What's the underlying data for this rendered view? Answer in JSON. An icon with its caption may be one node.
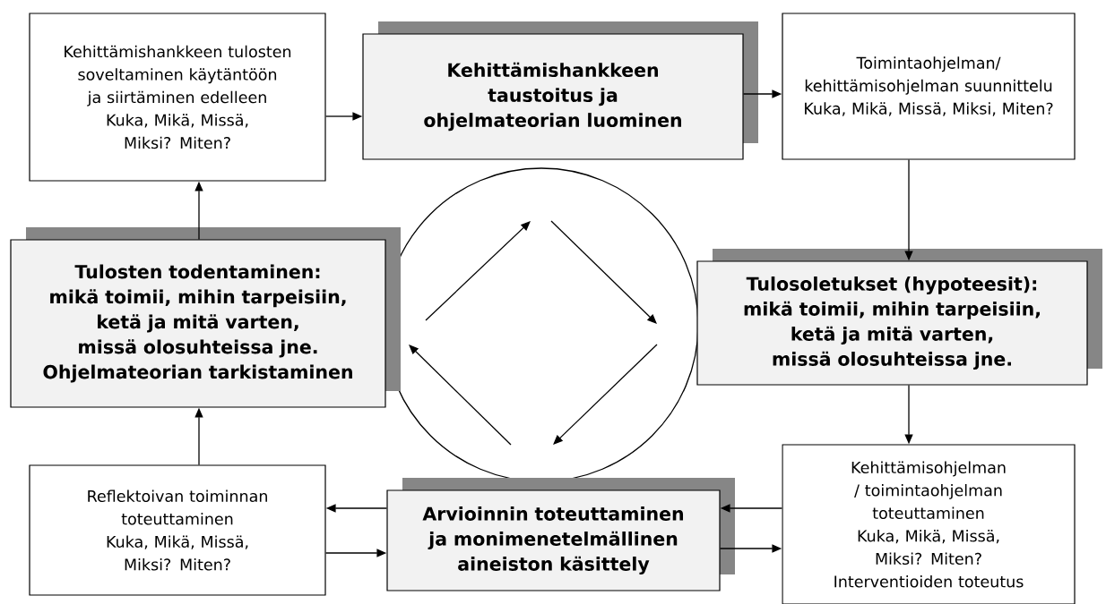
{
  "diagram": {
    "nodes": [
      {
        "text": [
          "Kehittämishankkeen tulosten soveltaminen käytäntöön ja siirtäminen edelleen",
          "Kuka, Mikä, Missä, Miksi? Miten?"
        ]
      },
      {
        "text": [
          "Kehittämishankkeen taustoitus ja ohjelmateorian luominen"
        ]
      },
      {
        "text": [
          "Toimintaohjelman/ kehittämisohjelman suunnittelu",
          "Kuka, Mikä, Missä, Miksi, Miten?"
        ]
      },
      {
        "text": [
          "Tulosten todentaminen: mikä toimii, mihin tarpeisiin, ketä ja mitä varten, missä olosuhteissa jne.",
          "Ohjelmateorian tarkistaminen"
        ]
      },
      {
        "text": [
          "Tulosoletukset (hypoteesit): mikä toimii, mihin tarpeisiin, ketä ja mitä varten, missä olosuhteissa jne."
        ]
      },
      {
        "text": [
          "Reflektoivan toiminnan toteuttaminen",
          "Kuka, Mikä, Missä, Miksi? Miten?"
        ]
      },
      {
        "text": [
          "Arvioinnin toteuttaminen ja monimenetelmällinen aineiston käsittely"
        ]
      },
      {
        "text": [
          "Kehittämisohjelman / toimintaohjelman toteuttaminen",
          "Kuka, Mikä, Missä, Miksi? Miten?",
          "Interventioiden toteutus"
        ]
      }
    ],
    "edges": [
      {
        "from": 0,
        "to": 1,
        "arrow": "to"
      },
      {
        "from": 1,
        "to": 2,
        "arrow": "to"
      },
      {
        "from": 2,
        "to": 4,
        "arrow": "to"
      },
      {
        "from": 4,
        "to": 7,
        "arrow": "to"
      },
      {
        "from": 7,
        "to": 6,
        "arrow": "to"
      },
      {
        "from": 6,
        "to": 7,
        "arrow": "to"
      },
      {
        "from": 6,
        "to": 5,
        "arrow": "to"
      },
      {
        "from": 5,
        "to": 6,
        "arrow": "to"
      },
      {
        "from": 5,
        "to": 3,
        "arrow": "to"
      },
      {
        "from": 3,
        "to": 0,
        "arrow": "to"
      }
    ]
  }
}
